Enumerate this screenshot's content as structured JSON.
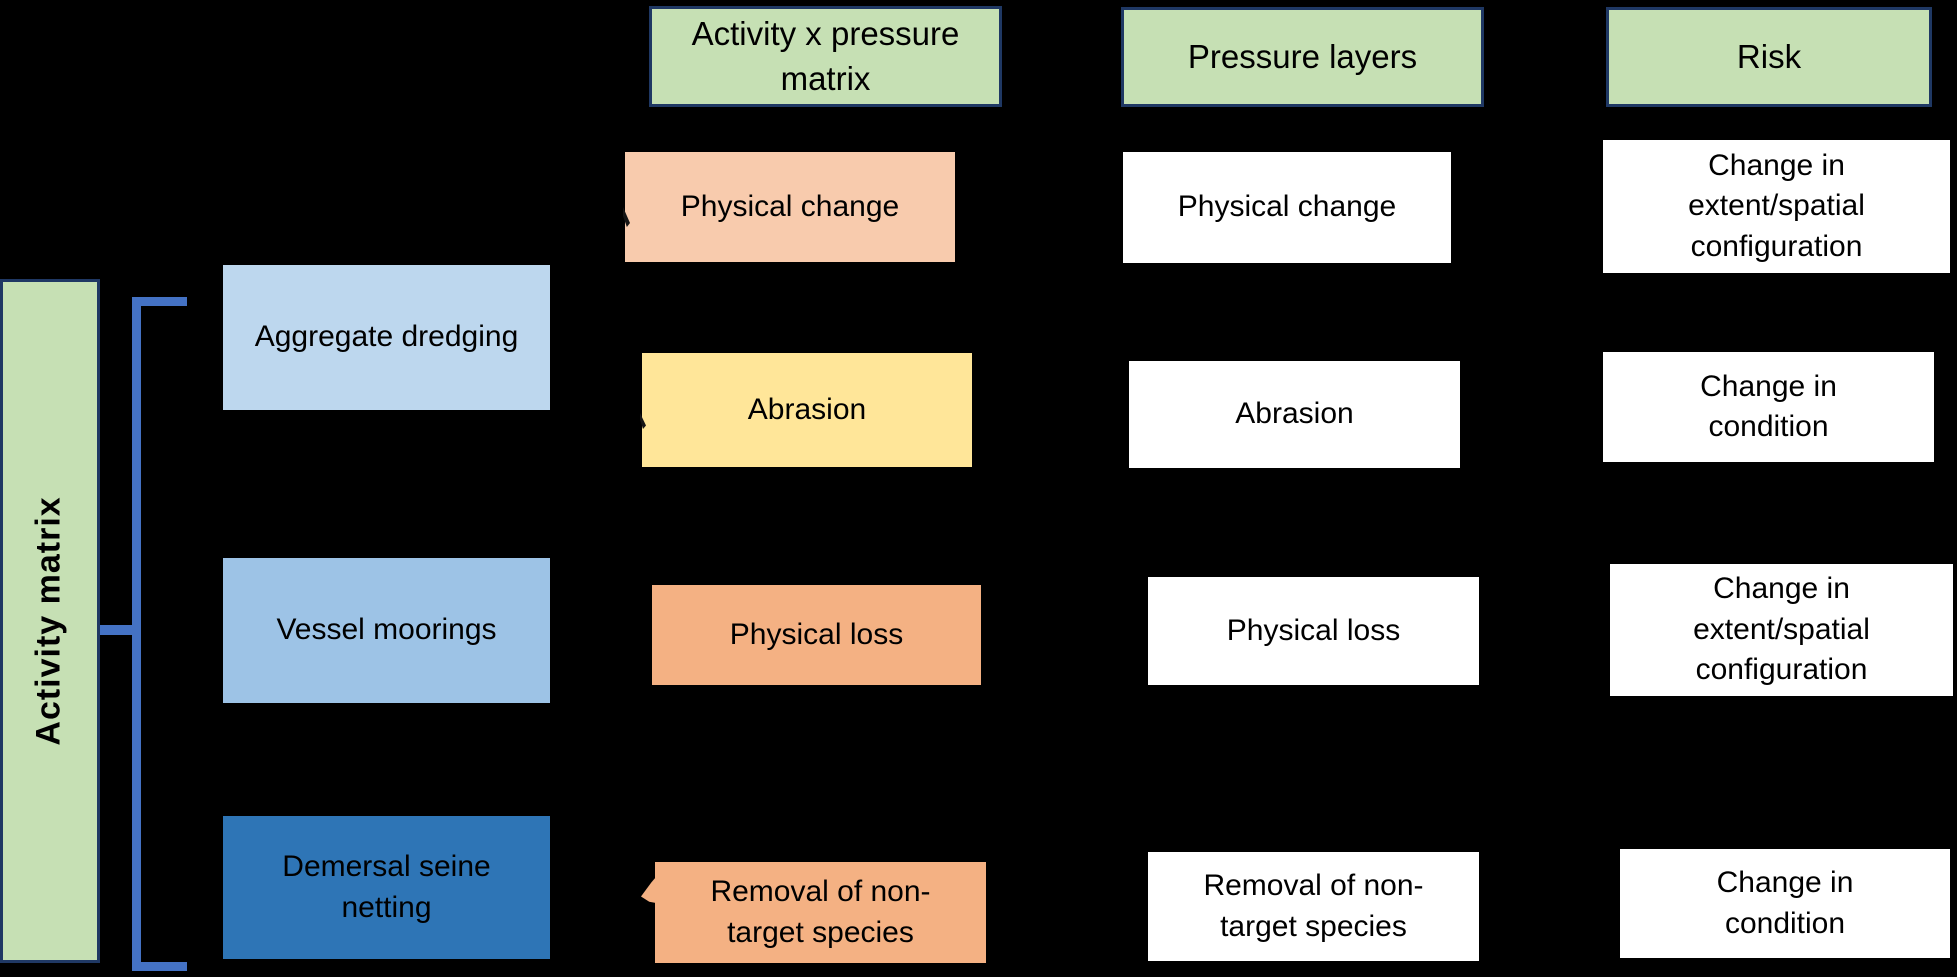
{
  "diagram": {
    "column_headers": [
      {
        "label": "Activity x pressure\nmatrix"
      },
      {
        "label": "Pressure layers"
      },
      {
        "label": "Risk"
      }
    ],
    "activity_matrix_label": "Activity matrix",
    "activities": [
      {
        "label": "Aggregate dredging"
      },
      {
        "label": "Vessel moorings"
      },
      {
        "label": "Demersal seine\nnetting"
      }
    ],
    "pressure_matrix_boxes": [
      {
        "label": "Physical change"
      },
      {
        "label": "Abrasion"
      },
      {
        "label": "Physical loss"
      },
      {
        "label": "Removal of non-\ntarget species"
      }
    ],
    "pressure_layer_boxes": [
      {
        "label": "Physical change"
      },
      {
        "label": "Abrasion"
      },
      {
        "label": "Physical loss"
      },
      {
        "label": "Removal of non-\ntarget species"
      }
    ],
    "risk_boxes": [
      {
        "label": "Change in\nextent/spatial\nconfiguration"
      },
      {
        "label": "Change in\ncondition"
      },
      {
        "label": "Change in\nextent/spatial\nconfiguration"
      },
      {
        "label": "Change in\ncondition"
      }
    ],
    "colors": {
      "background": "#000000",
      "header_fill": "#c6e0b4",
      "header_border": "#1f3864",
      "bracket_blue": "#4472c4",
      "activity_fills": [
        "#bdd7ee",
        "#9dc3e6",
        "#2e75b6"
      ],
      "pressure_fills": [
        "#f8cbad",
        "#ffe699",
        "#f4b183",
        "#f4b183"
      ],
      "plain_box_fill": "#ffffff",
      "text": "#000000"
    }
  }
}
